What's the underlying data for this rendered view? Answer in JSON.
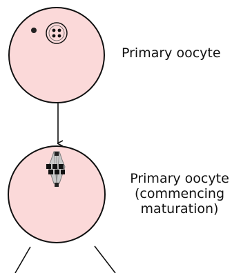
{
  "labels": {
    "primary_oocyte": "Primary oocyte",
    "commencing_maturation": [
      "Primary oocyte",
      "(commencing",
      "maturation)"
    ]
  },
  "colors": {
    "cell_fill": "#fbd9d9",
    "outline": "#111111",
    "chromatin": "#111111",
    "spindle": "#9a9a9a"
  }
}
